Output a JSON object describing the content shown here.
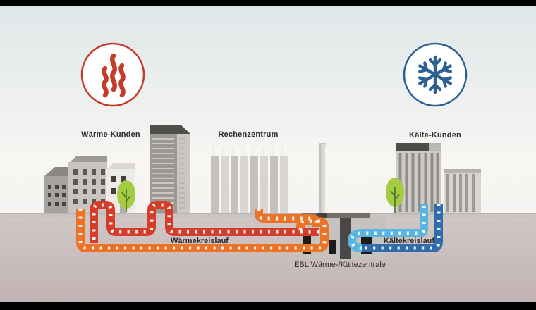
{
  "diagram": {
    "title_labels": {
      "heat_customers": "Wärme-Kunden",
      "data_center": "Rechenzentrum",
      "cold_customers": "Kälte-Kunden"
    },
    "pipe_labels": {
      "heat_loop": "Wärmekreislauf",
      "cold_loop": "Kältekreislauf",
      "plant": "EBL Wärme-/Kältezentrale"
    },
    "icons": {
      "heat": "heat-waves-icon",
      "cold": "snowflake-icon"
    },
    "colors": {
      "heat_icon": "#c43b28",
      "cold_icon": "#2e5f93",
      "heat_supply": "#d63c2a",
      "heat_return": "#ed7226",
      "cold_supply": "#58b5e1",
      "cold_return": "#2e6cab"
    }
  }
}
